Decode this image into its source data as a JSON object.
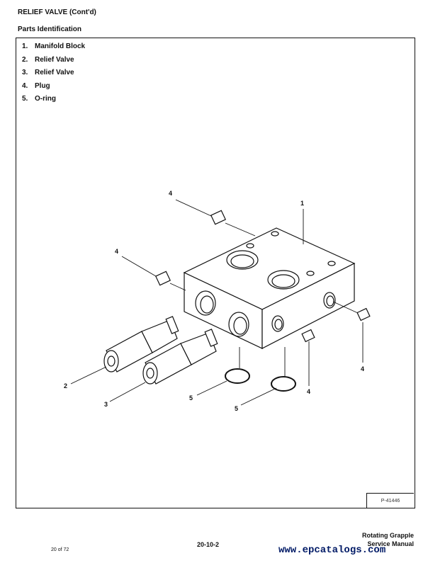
{
  "header": {
    "title": "RELIEF VALVE (Cont'd)",
    "subtitle": "Parts Identification"
  },
  "parts": [
    {
      "num": "1.",
      "name": "Manifold Block"
    },
    {
      "num": "2.",
      "name": "Relief Valve"
    },
    {
      "num": "3.",
      "name": "Relief Valve"
    },
    {
      "num": "4.",
      "name": "Plug"
    },
    {
      "num": "5.",
      "name": "O-ring"
    }
  ],
  "callouts": {
    "c1": "1",
    "c2": "2",
    "c3": "3",
    "c4a": "4",
    "c4b": "4",
    "c4c": "4",
    "c4d": "4",
    "c5a": "5",
    "c5b": "5"
  },
  "figure_id": "P-41446",
  "footer": {
    "doc_line1": "Rotating Grapple",
    "doc_line2": "Service Manual",
    "page_number": "20-10-2",
    "page_of": "20 of 72",
    "watermark": "www.epcatalogs.com"
  }
}
